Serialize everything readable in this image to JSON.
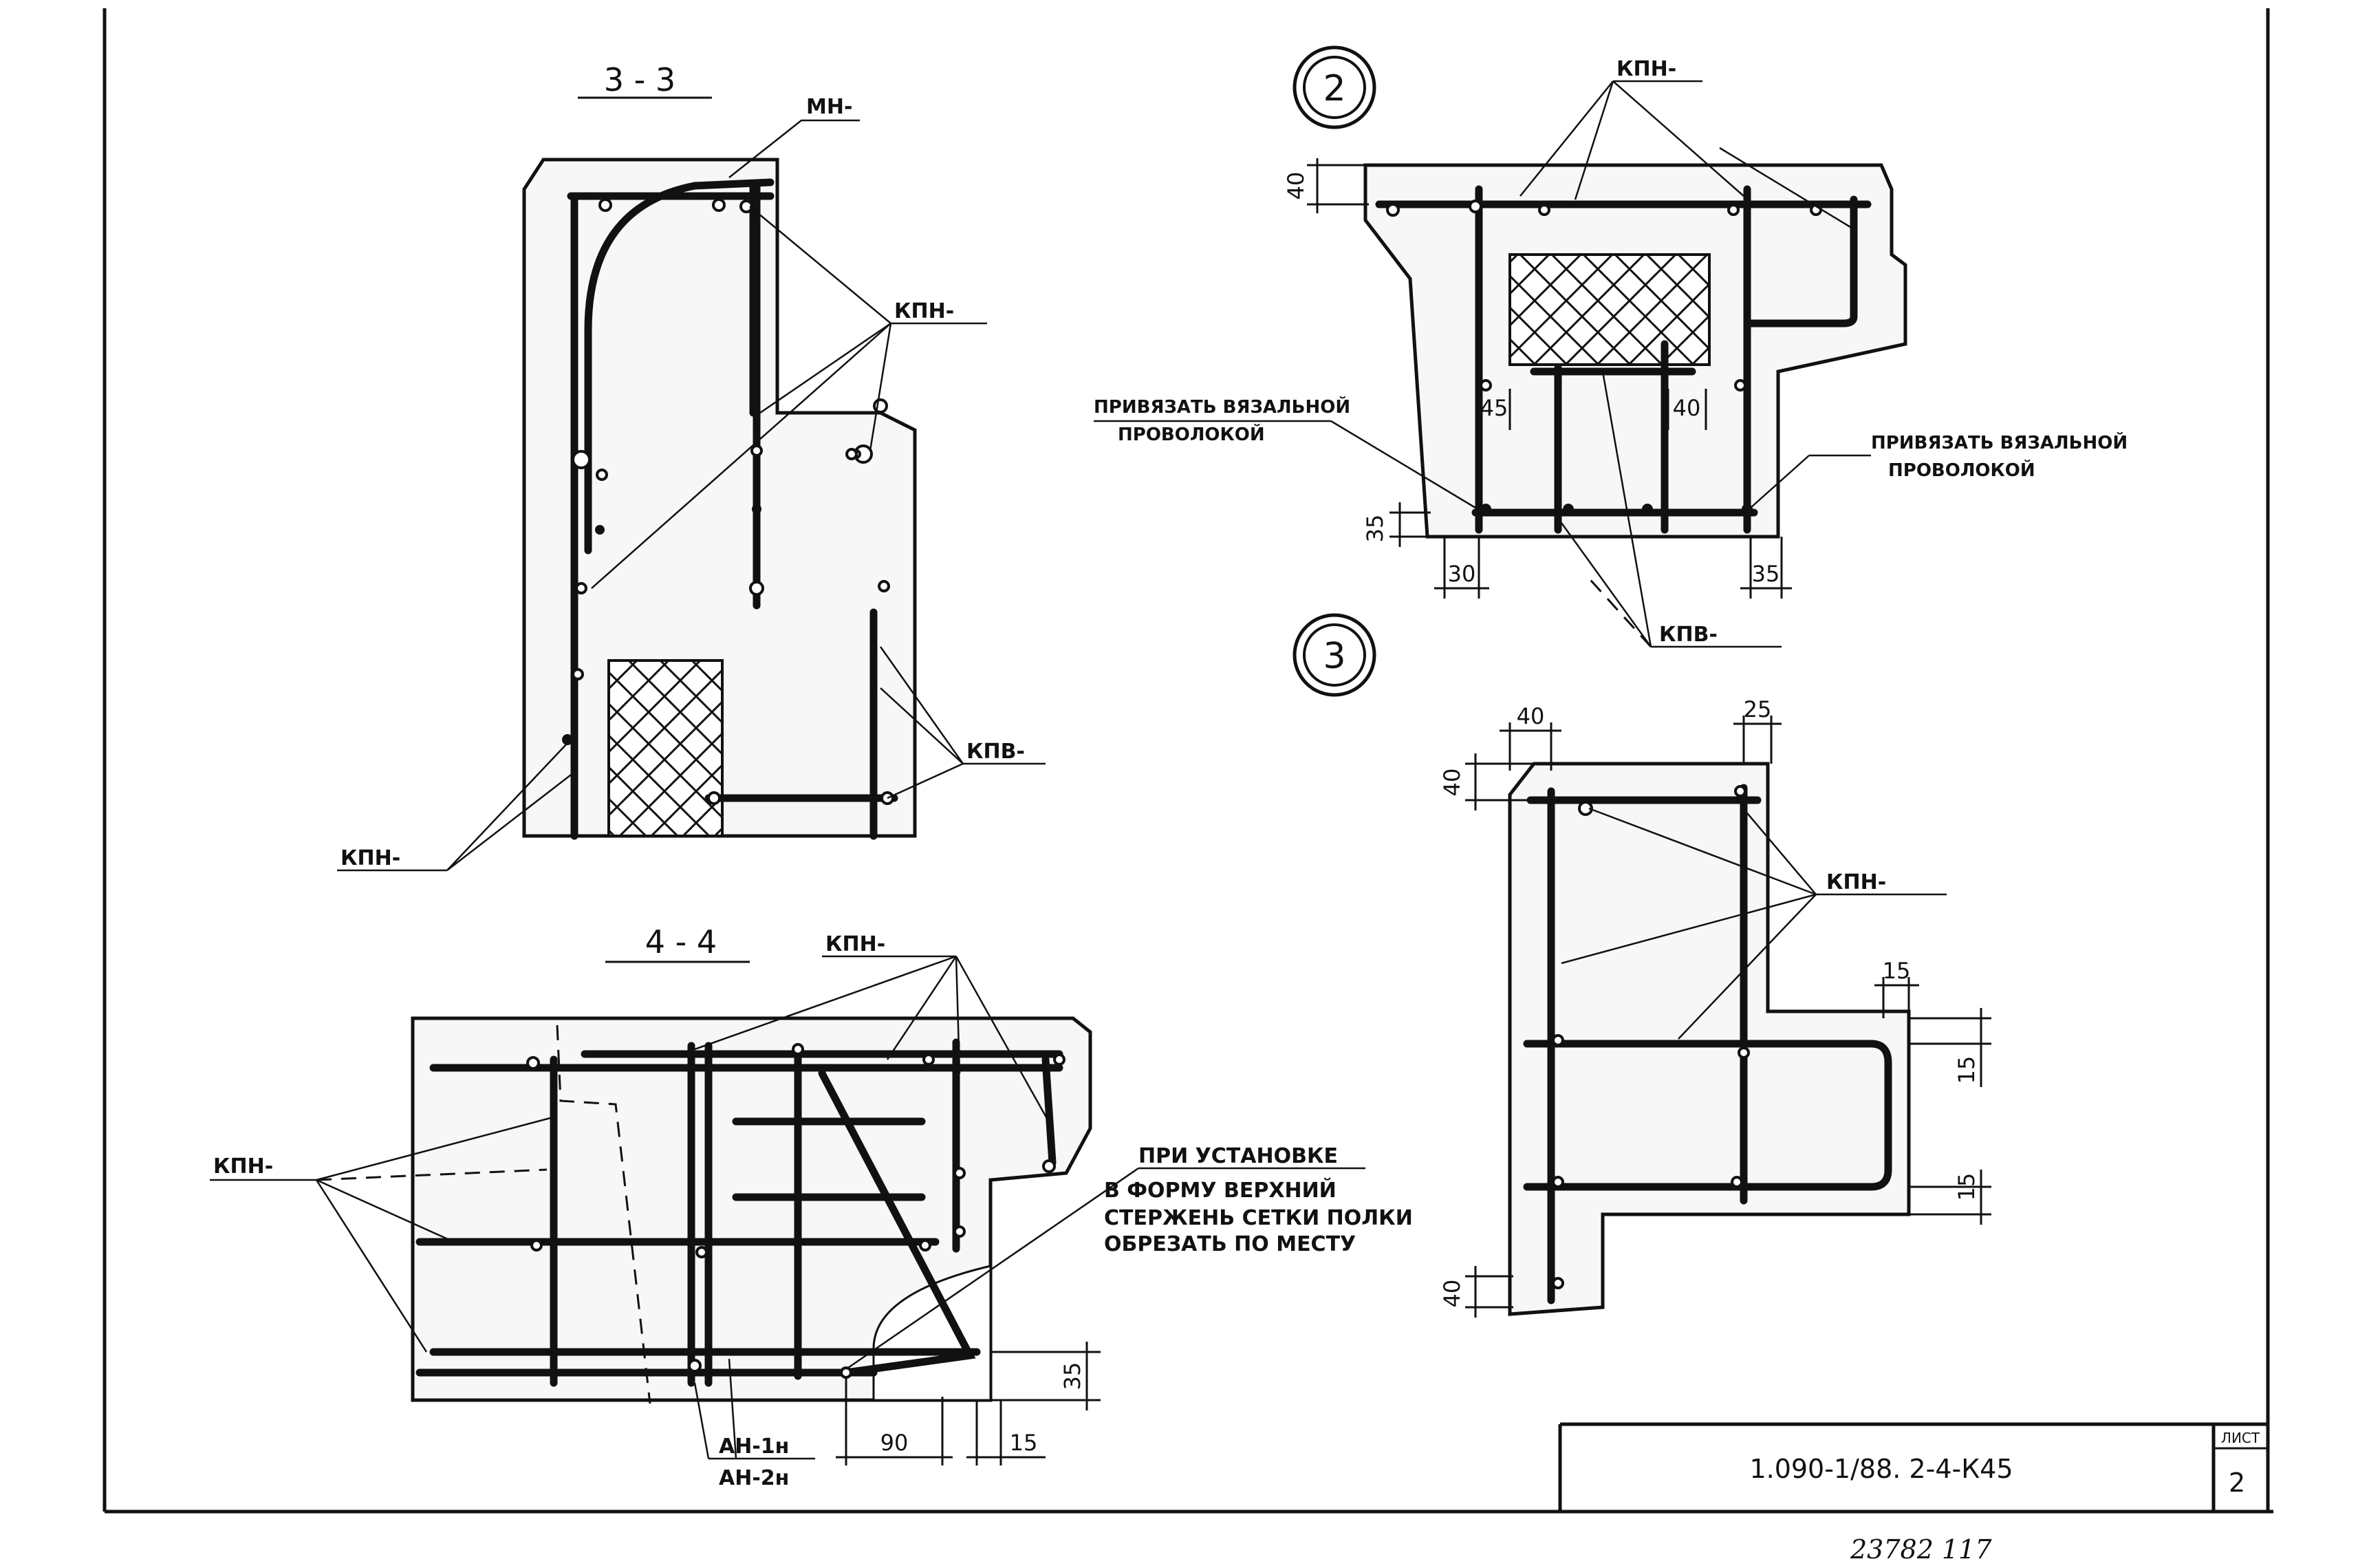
{
  "sections": {
    "s33": {
      "title": "3 - 3"
    },
    "s44": {
      "title": "4 - 4"
    }
  },
  "nodes": {
    "n2": {
      "number": "2"
    },
    "n3": {
      "number": "3"
    }
  },
  "labels": {
    "mn": "МН-",
    "kpn": "КПН-",
    "kpv": "КПВ-",
    "an1": "АН-1н",
    "an2": "АН-2н",
    "tie_line1": "ПРИВЯЗАТЬ ВЯЗАЛЬНОЙ",
    "tie_line2": "ПРОВОЛОКОЙ",
    "note_line1": "ПРИ УСТАНОВКЕ",
    "note_line2": "В ФОРМУ ВЕРХНИЙ",
    "note_line3": "СТЕРЖЕНЬ СЕТКИ ПОЛКИ",
    "note_line4": "ОБРЕЗАТЬ ПО МЕСТУ"
  },
  "dimensions": {
    "d40": "40",
    "d45": "45",
    "d35": "35",
    "d30": "30",
    "d25": "25",
    "d15": "15",
    "d90": "90"
  },
  "title_block": {
    "code": "1.090-1/88. 2-4-К45",
    "sheet_label": "ЛИСТ",
    "sheet_number": "2"
  },
  "footer": {
    "handwritten": "23782   117"
  }
}
